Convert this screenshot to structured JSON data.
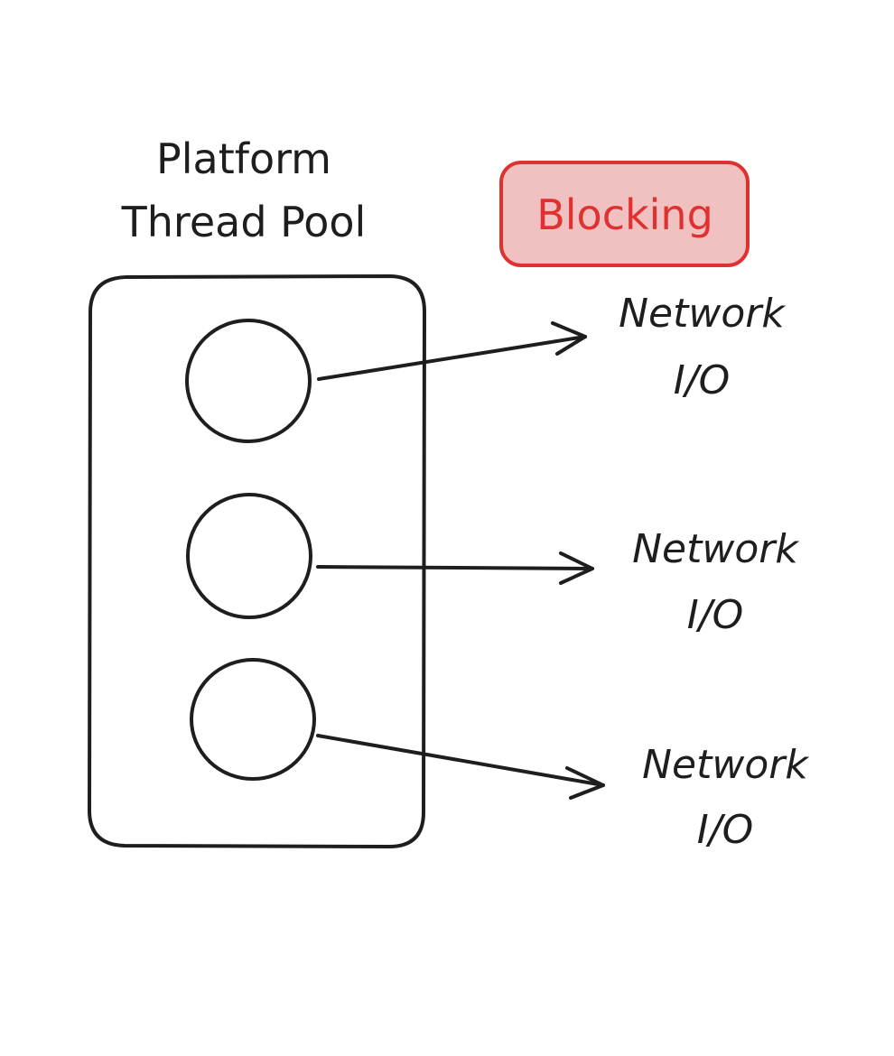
{
  "pool": {
    "title_line1": "Platform",
    "title_line2": "Thread Pool"
  },
  "badge": {
    "label": "Blocking",
    "fill_color": "#f1c0c0",
    "stroke_color": "#e03131",
    "text_color": "#e03131"
  },
  "targets": [
    {
      "line1": "Network",
      "line2": "I/O"
    },
    {
      "line1": "Network",
      "line2": "I/O"
    },
    {
      "line1": "Network",
      "line2": "I/O"
    }
  ],
  "colors": {
    "ink": "#1e1e1e",
    "background": "#ffffff"
  }
}
